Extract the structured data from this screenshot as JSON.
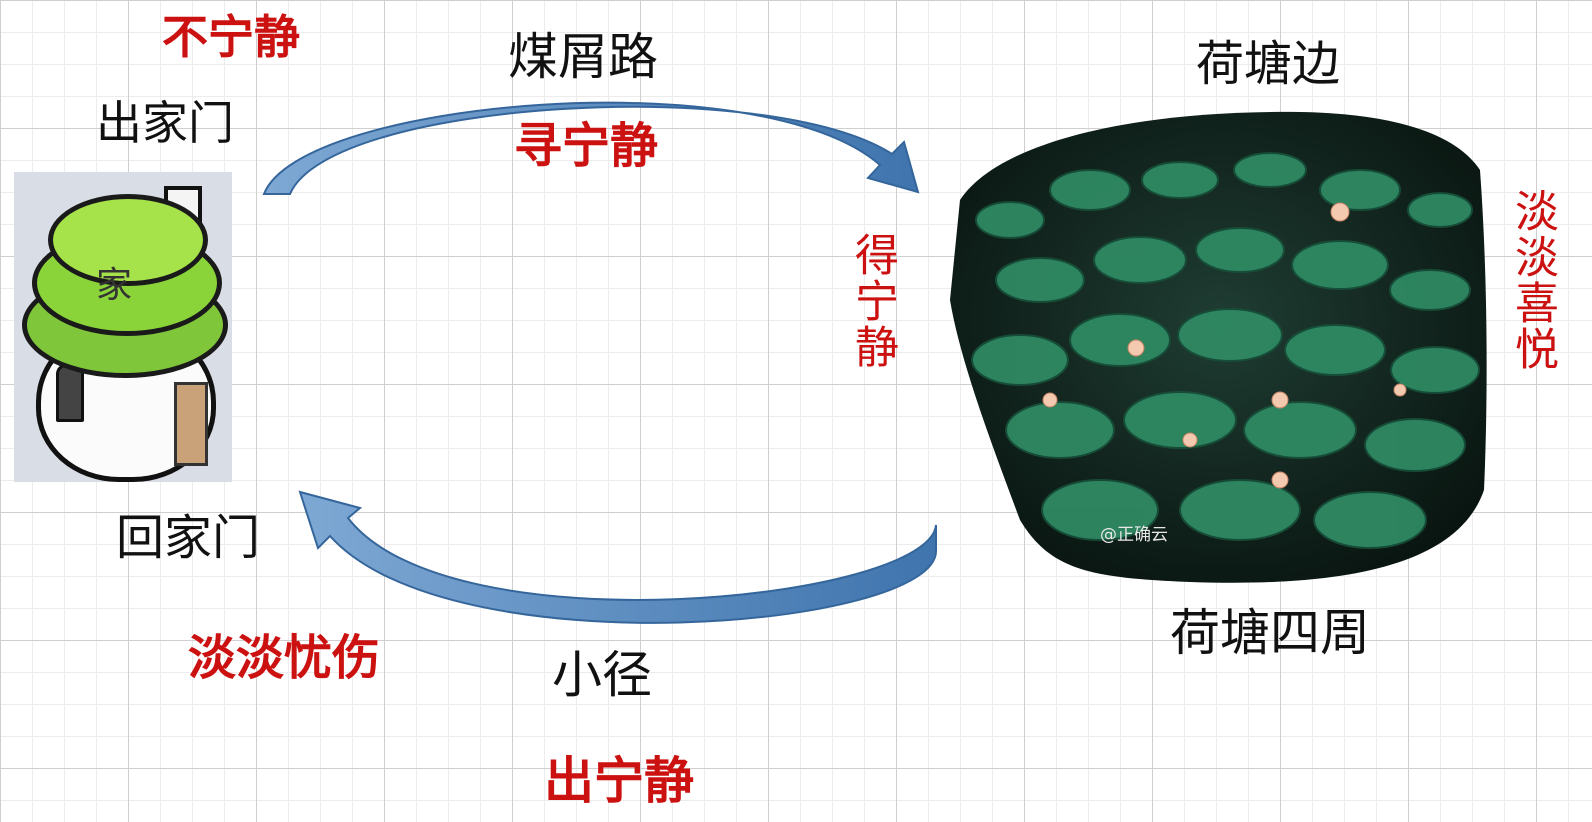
{
  "labels": {
    "top_left_red": "不宁静",
    "leave_home": "出家门",
    "coal_path": "煤屑路",
    "seek_calm": "寻宁静",
    "pond_side": "荷塘边",
    "get_calm": "得宁静",
    "faint_joy": "淡淡喜悦",
    "return_home": "回家门",
    "faint_sorrow": "淡淡忧伤",
    "small_path": "小径",
    "leave_calm": "出宁静",
    "pond_around": "荷塘四周"
  },
  "house": {
    "character": "家"
  },
  "pond": {
    "watermark": "@正确云"
  },
  "colors": {
    "arrow": "#4a7fb5",
    "red_text": "#cc1111",
    "black_text": "#111111"
  }
}
